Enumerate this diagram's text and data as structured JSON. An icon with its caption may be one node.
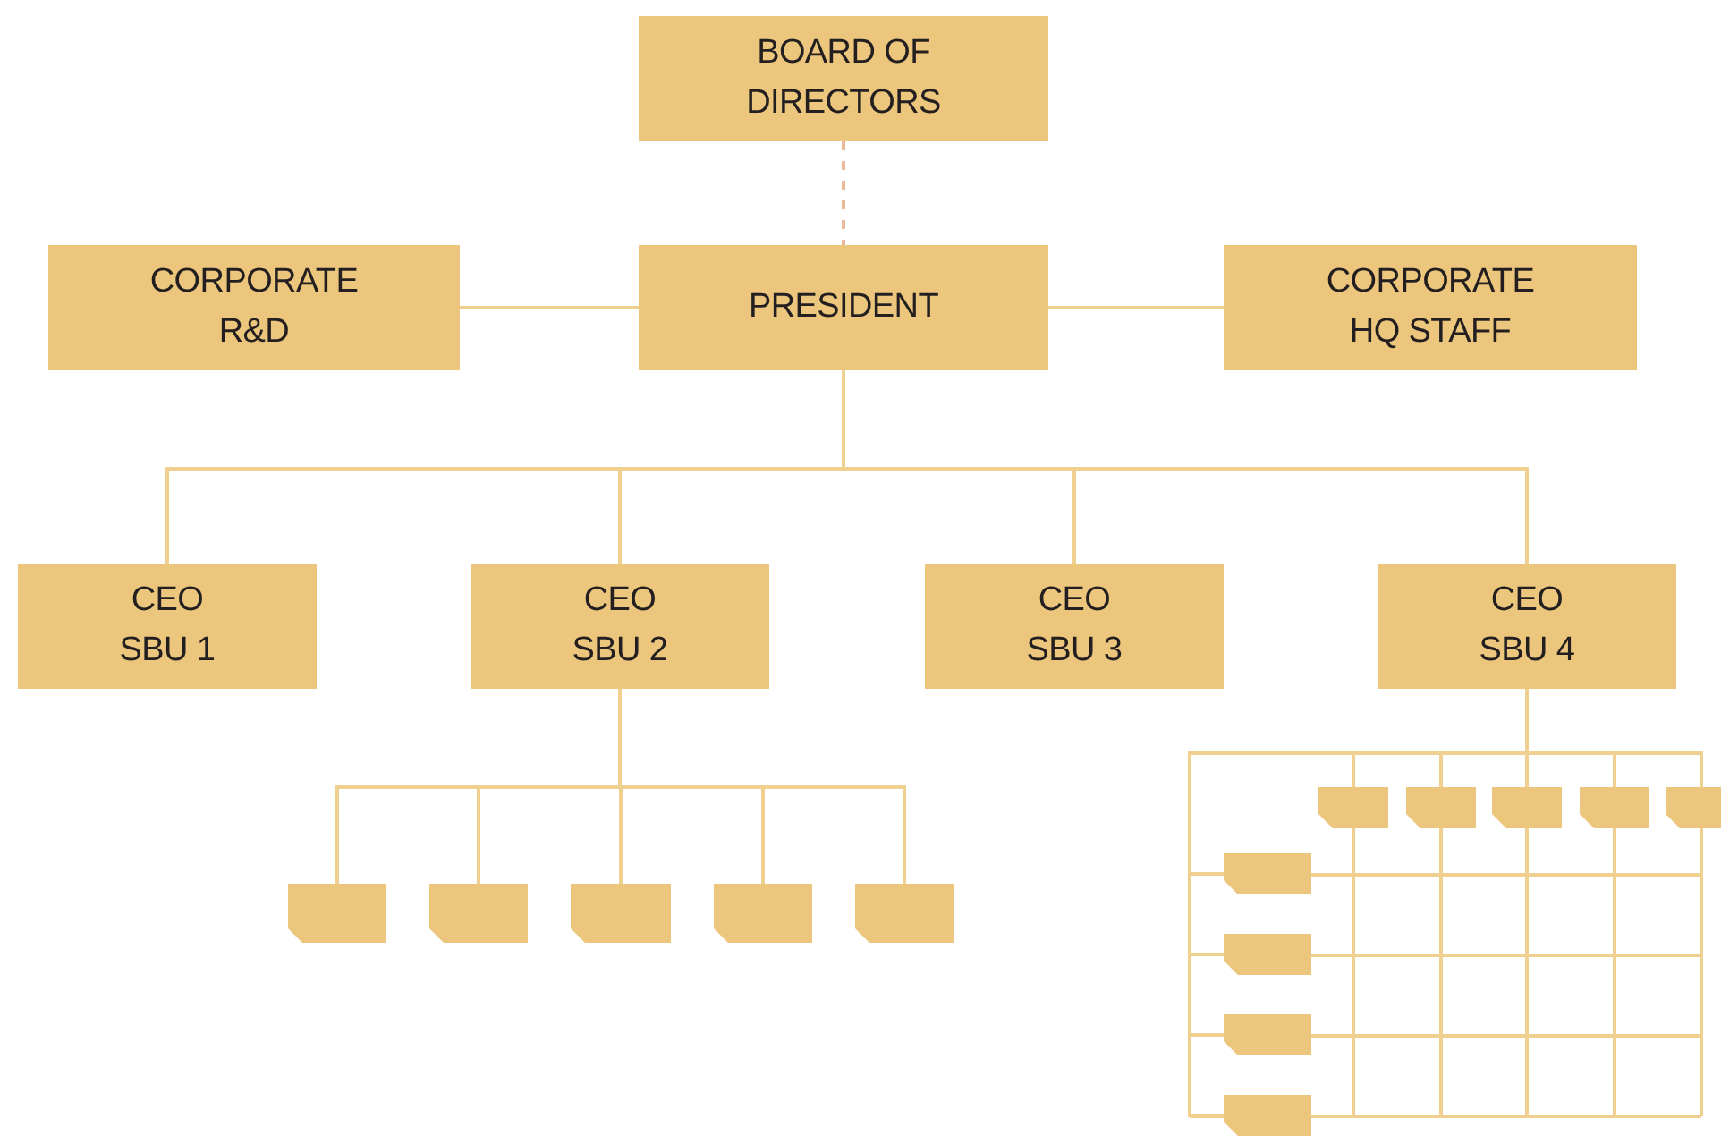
{
  "diagram": {
    "nodes": [
      {
        "text": [
          "BOARD OF DIRECTORS"
        ]
      },
      {
        "text": [
          "CORPORATE R&D"
        ]
      },
      {
        "text": [
          "PRESIDENT"
        ]
      },
      {
        "text": [
          "CORPORATE HQ STAFF"
        ]
      },
      {
        "text": [
          "CEO SBU 1"
        ]
      },
      {
        "text": [
          "CEO SBU 2"
        ]
      },
      {
        "text": [
          "CEO SBU 3"
        ]
      },
      {
        "text": [
          "CEO SBU 4"
        ]
      },
      {
        "text": [],
        "shape": "box"
      },
      {
        "text": [],
        "shape": "box"
      },
      {
        "text": [],
        "shape": "box"
      },
      {
        "text": [],
        "shape": "box"
      },
      {
        "text": [],
        "shape": "box"
      },
      {
        "text": [],
        "shape": "box"
      },
      {
        "text": [],
        "shape": "box"
      },
      {
        "text": [],
        "shape": "box"
      },
      {
        "text": [],
        "shape": "box"
      },
      {
        "text": [],
        "shape": "box"
      },
      {
        "text": [],
        "shape": "box"
      },
      {
        "text": [],
        "shape": "box"
      },
      {
        "text": [],
        "shape": "box"
      },
      {
        "text": [],
        "shape": "box"
      }
    ],
    "edges": [
      {
        "from": 0,
        "to": 2,
        "arrow": "none",
        "style": "dashed"
      },
      {
        "from": 2,
        "to": 1,
        "arrow": "none"
      },
      {
        "from": 2,
        "to": 3,
        "arrow": "none"
      },
      {
        "from": 2,
        "to": 4,
        "arrow": "none"
      },
      {
        "from": 2,
        "to": 5,
        "arrow": "none"
      },
      {
        "from": 2,
        "to": 6,
        "arrow": "none"
      },
      {
        "from": 2,
        "to": 7,
        "arrow": "none"
      },
      {
        "from": 5,
        "to": 8,
        "arrow": "none"
      },
      {
        "from": 5,
        "to": 9,
        "arrow": "none"
      },
      {
        "from": 5,
        "to": 10,
        "arrow": "none"
      },
      {
        "from": 5,
        "to": 11,
        "arrow": "none"
      },
      {
        "from": 5,
        "to": 12,
        "arrow": "none"
      },
      {
        "from": 7,
        "to": 13,
        "arrow": "none"
      },
      {
        "from": 7,
        "to": 14,
        "arrow": "none"
      },
      {
        "from": 7,
        "to": 15,
        "arrow": "none"
      },
      {
        "from": 7,
        "to": 16,
        "arrow": "none"
      },
      {
        "from": 7,
        "to": 17,
        "arrow": "none"
      },
      {
        "from": 7,
        "to": 18,
        "arrow": "none"
      },
      {
        "from": 7,
        "to": 19,
        "arrow": "none"
      },
      {
        "from": 7,
        "to": 20,
        "arrow": "none"
      },
      {
        "from": 7,
        "to": 21,
        "arrow": "none"
      }
    ]
  }
}
